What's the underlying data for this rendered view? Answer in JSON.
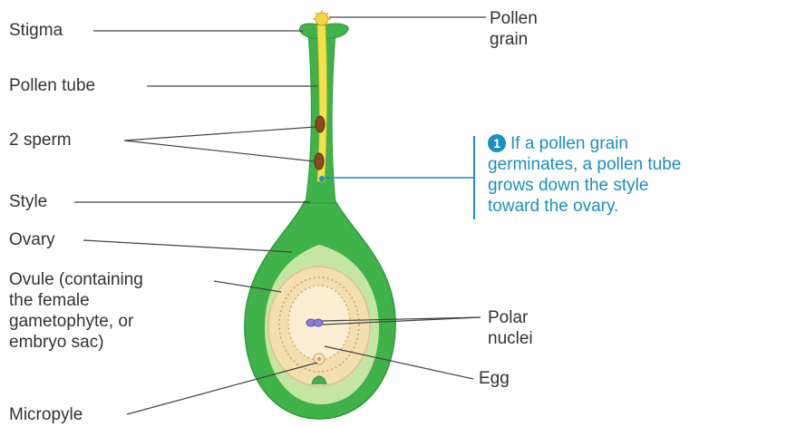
{
  "labels": {
    "stigma": "Stigma",
    "pollen_tube": "Pollen tube",
    "sperm": "2 sperm",
    "style": "Style",
    "ovary": "Ovary",
    "ovule": [
      "Ovule (containing",
      "the female",
      "gametophyte, or",
      "embryo sac)"
    ],
    "micropyle": "Micropyle",
    "pollen_grain": [
      "Pollen",
      "grain"
    ],
    "polar_nuclei": [
      "Polar",
      "nuclei"
    ],
    "egg": "Egg"
  },
  "callout": {
    "step_number": "1",
    "lines": [
      "If a pollen grain",
      "germinates, a pollen tube",
      "grows down the style",
      "toward the ovary."
    ]
  },
  "colors": {
    "pistil_green": "#3fb34a",
    "inner_green": "#b6dc8c",
    "pollen_tube_yellow": "#f2e14a",
    "ovule_fill": "#f3deb0",
    "sperm_brown": "#8a4a1e",
    "callout_blue": "#1b8fc0",
    "label_text": "#333333"
  }
}
